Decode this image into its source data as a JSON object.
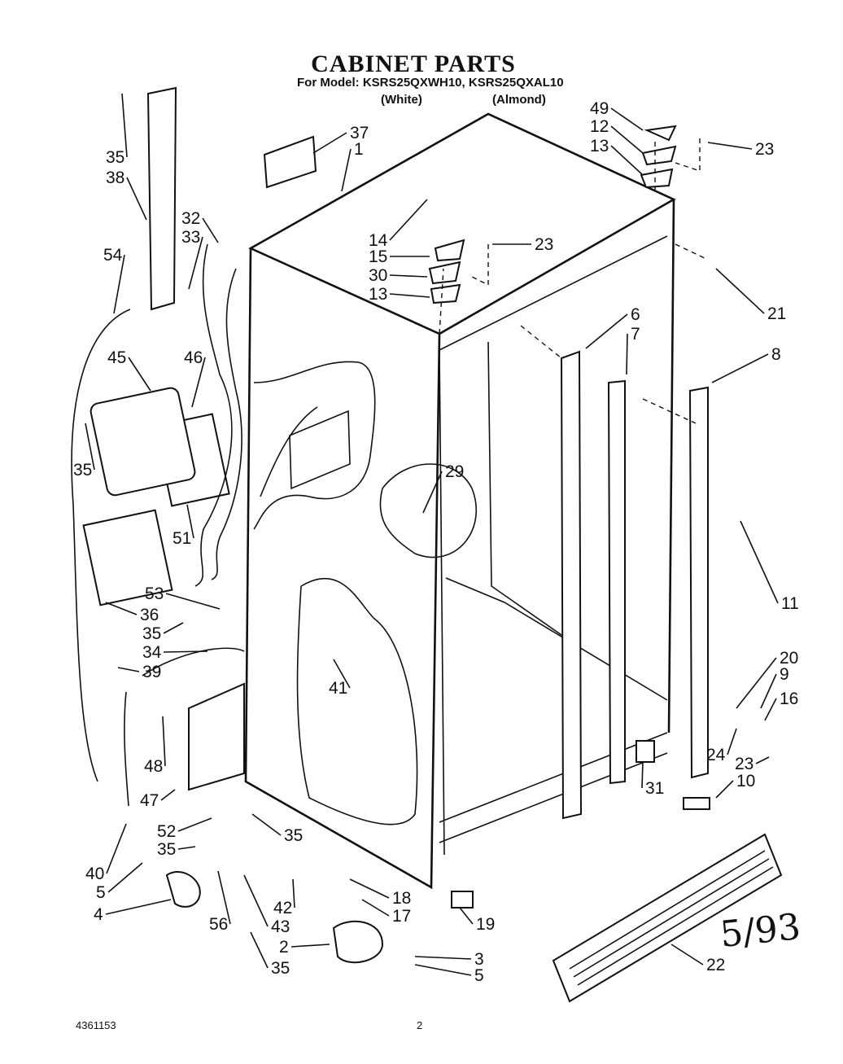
{
  "header": {
    "title": "CABINET PARTS",
    "model_line": "For Model: KSRS25QXWH10, KSRS25QXAL10",
    "variant_white": "(White)",
    "variant_almond": "(Almond)"
  },
  "footer": {
    "doc_number": "4361153",
    "page_number": "2"
  },
  "date_mark": "5/93",
  "callouts": [
    "35",
    "38",
    "37",
    "1",
    "49",
    "12",
    "13",
    "23",
    "14",
    "15",
    "30",
    "13",
    "23",
    "32",
    "33",
    "54",
    "21",
    "45",
    "46",
    "6",
    "7",
    "8",
    "29",
    "35",
    "51",
    "11",
    "53",
    "36",
    "35",
    "34",
    "39",
    "41",
    "20",
    "9",
    "16",
    "48",
    "24",
    "23",
    "31",
    "47",
    "10",
    "52",
    "35",
    "35",
    "40",
    "5",
    "4",
    "56",
    "42",
    "43",
    "18",
    "17",
    "19",
    "2",
    "3",
    "5",
    "35",
    "22"
  ]
}
